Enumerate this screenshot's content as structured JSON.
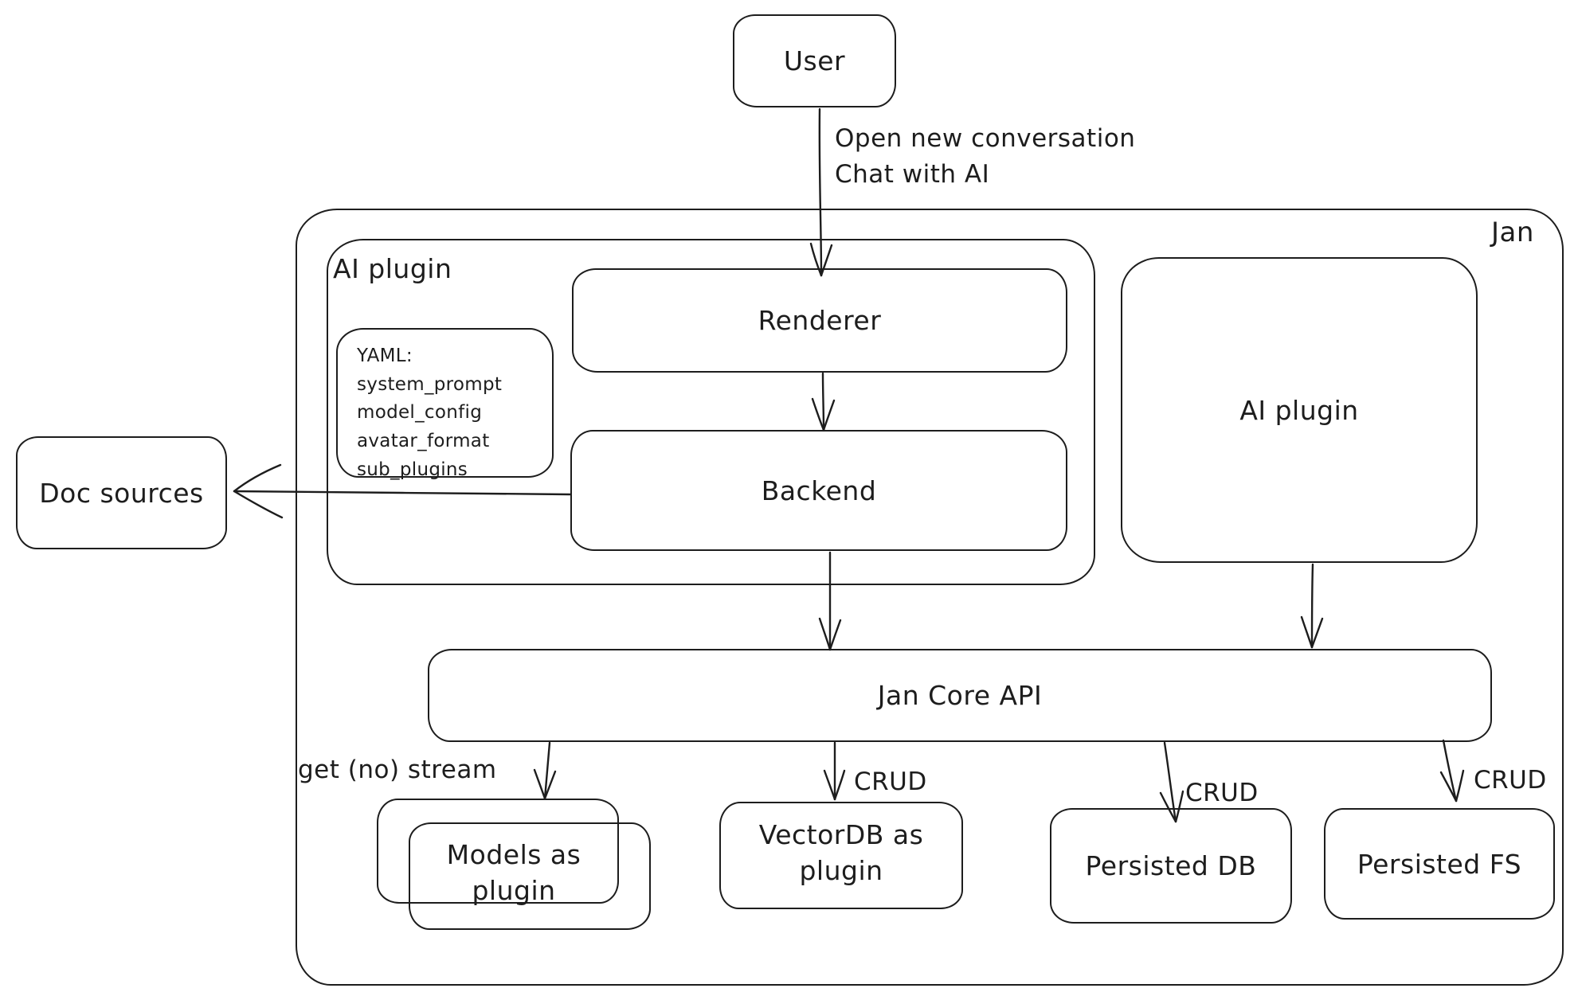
{
  "diagram": {
    "background": "#ffffff",
    "stroke_color": "#1d1d1d",
    "nodes": {
      "user": {
        "label": "User"
      },
      "jan": {
        "label": "Jan"
      },
      "ai_plugin_left": {
        "label": "AI plugin"
      },
      "yaml_note": {
        "lines": [
          "YAML:",
          "system_prompt",
          "model_config",
          "avatar_format",
          "sub_plugins"
        ]
      },
      "renderer": {
        "label": "Renderer"
      },
      "backend": {
        "label": "Backend"
      },
      "ai_plugin_right": {
        "label": "AI plugin"
      },
      "doc_sources": {
        "label": "Doc sources"
      },
      "jan_core_api": {
        "label": "Jan Core API"
      },
      "models_as_plugin": {
        "label": "Models as plugin"
      },
      "vectordb_as_plugin": {
        "label": "VectorDB as plugin"
      },
      "persisted_db": {
        "label": "Persisted DB"
      },
      "persisted_fs": {
        "label": "Persisted FS"
      }
    },
    "edge_labels": {
      "user_to_renderer": {
        "lines": [
          "Open new conversation",
          "Chat with AI"
        ]
      },
      "api_to_models": {
        "label": "get (no) stream"
      },
      "api_to_vectordb": {
        "label": "CRUD"
      },
      "api_to_persisted_db": {
        "label": "CRUD"
      },
      "api_to_persisted_fs": {
        "label": "CRUD"
      }
    }
  }
}
